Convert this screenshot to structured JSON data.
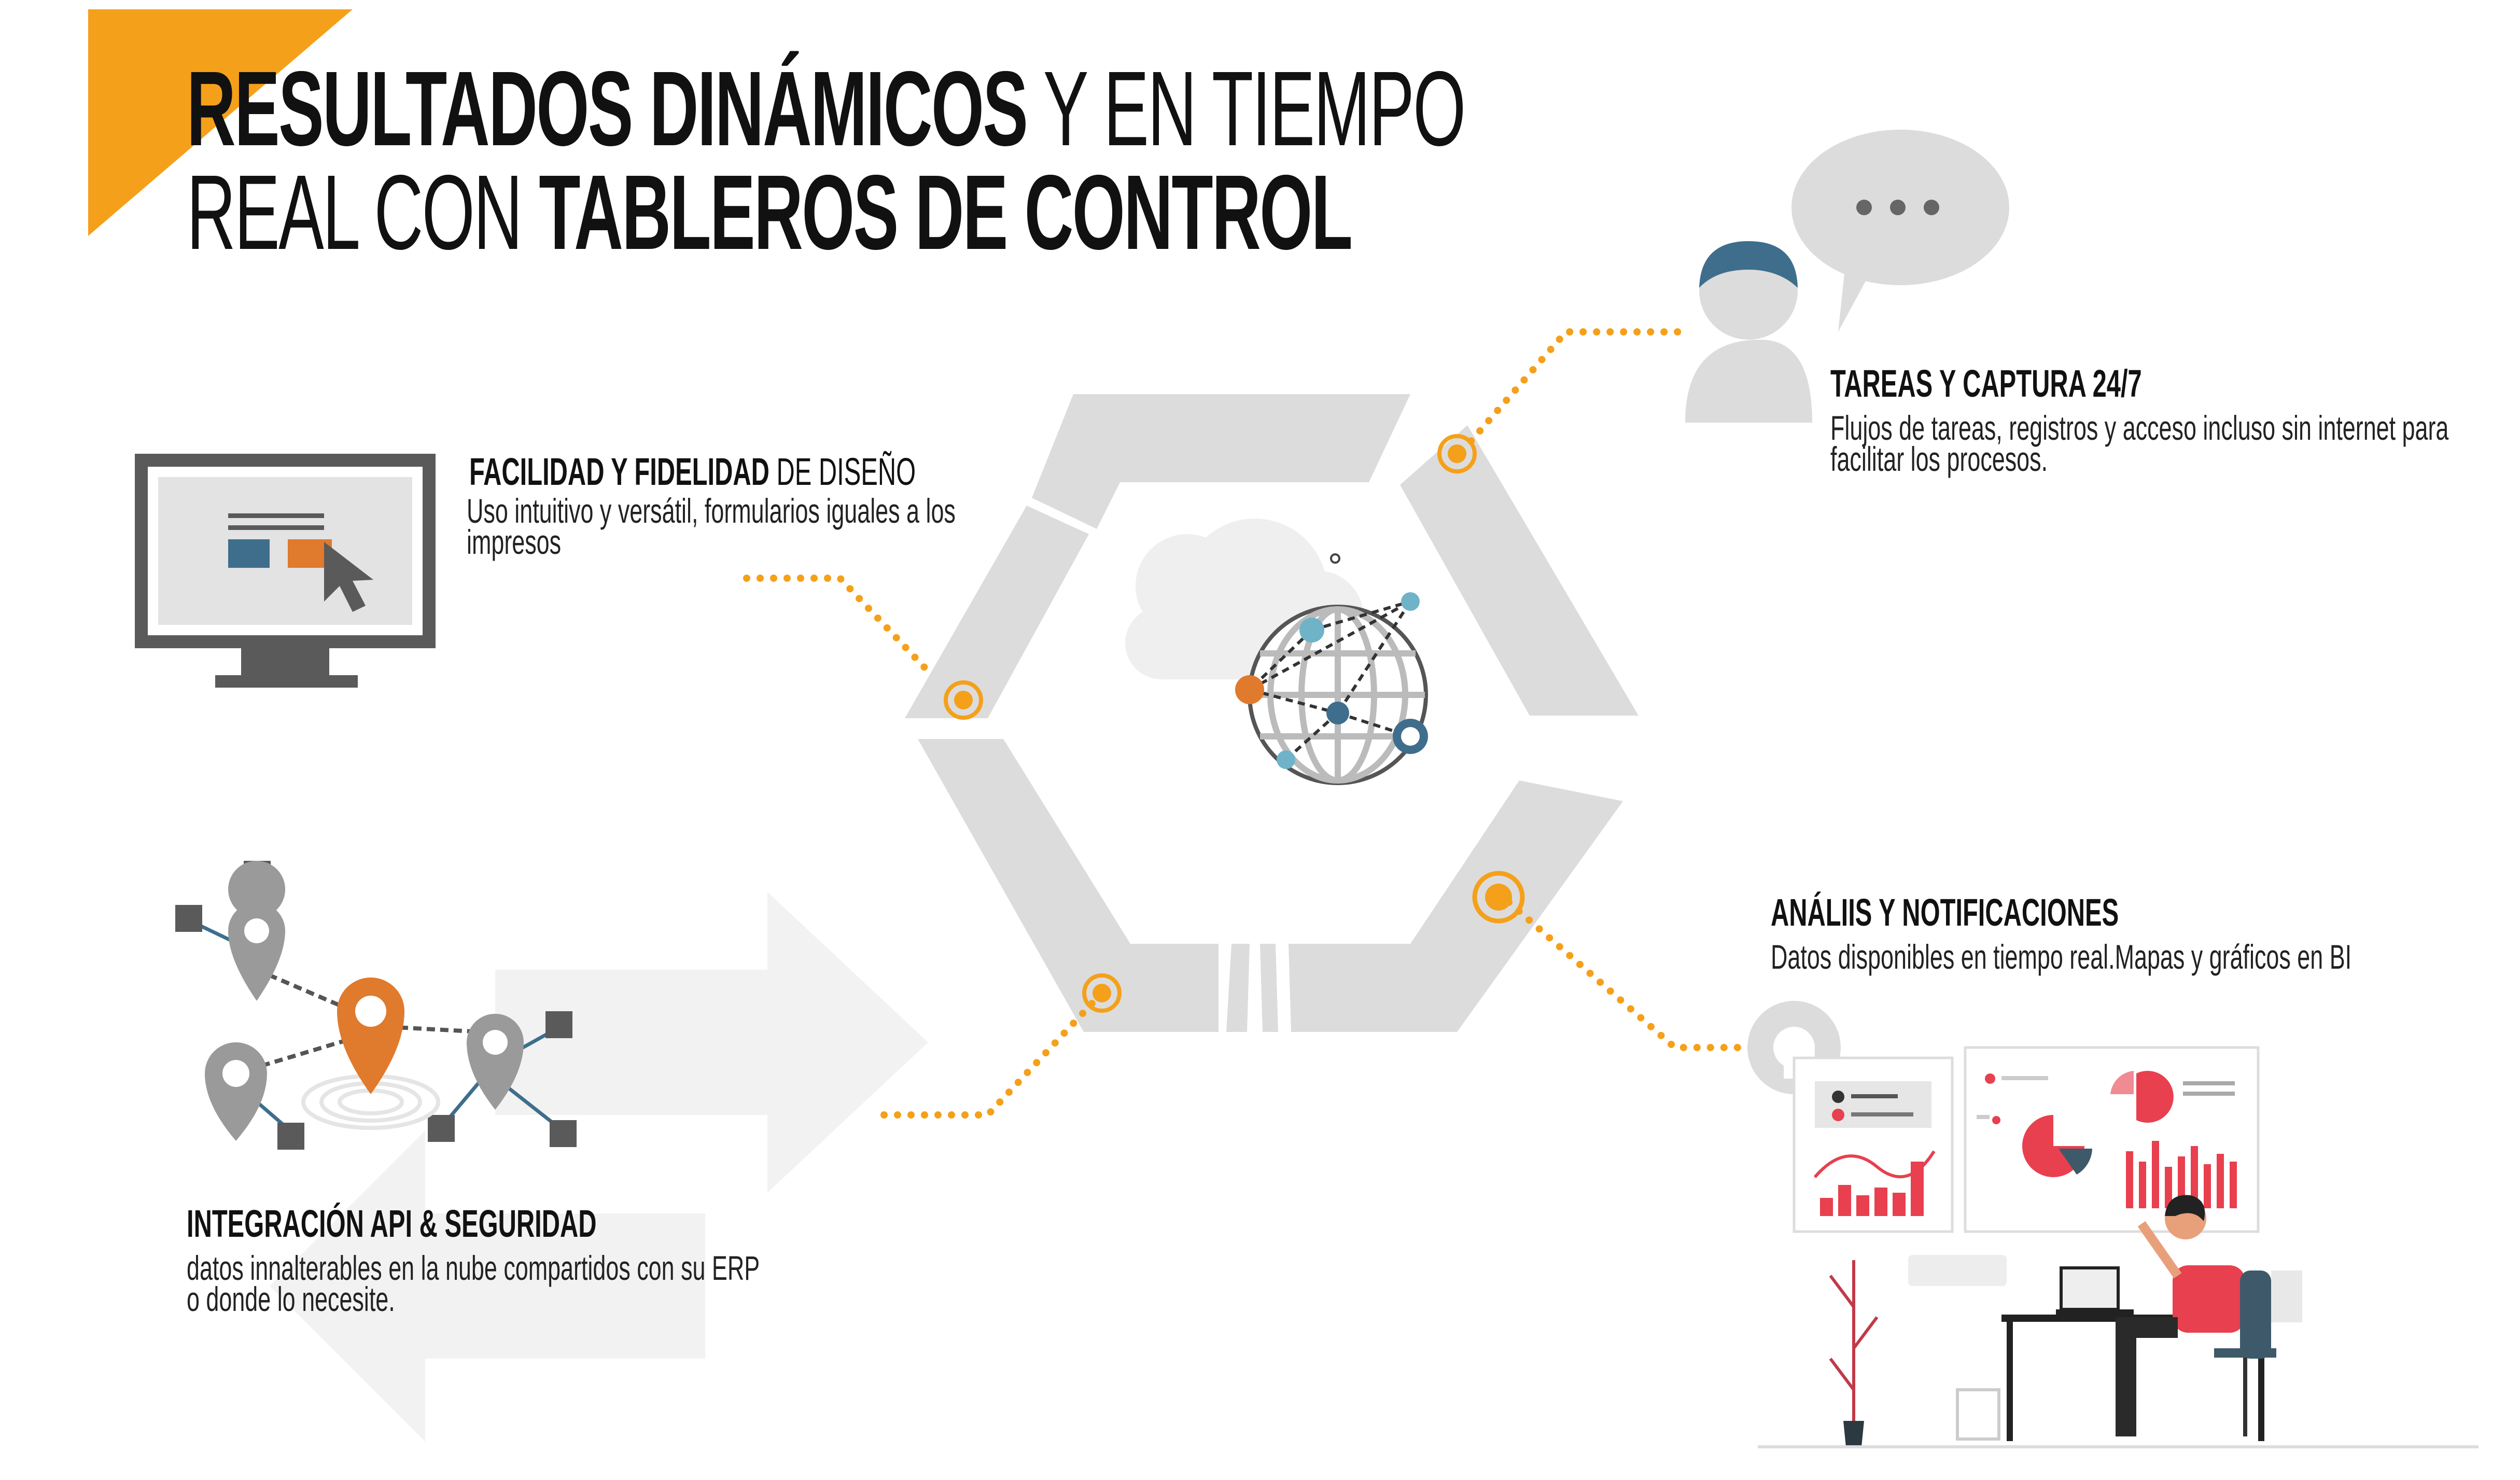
{
  "title": {
    "line1_bold": "RESULTADOS DINÁMICOS",
    "line1_light": "Y EN TIEMPO",
    "line2_light": "REAL CON",
    "line2_bold": "TABLEROS DE CONTROL"
  },
  "features": {
    "design": {
      "heading_bold": "FACILIDAD Y FIDELIDAD",
      "heading_light": "DE DISEÑO",
      "body": "Uso intuitivo y versátil, formularios iguales a los impresos"
    },
    "tasks": {
      "heading": "TAREAS Y CAPTURA 24/7",
      "body": "Flujos de tareas, registros y acceso incluso sin internet para facilitar los procesos."
    },
    "analytics": {
      "heading": "ANÁLIIS Y NOTIFICACIONES",
      "body": "Datos disponibles en tiempo real.Mapas y gráficos en BI"
    },
    "integration": {
      "heading": "INTEGRACIÓN API & SEGURIDAD",
      "body": "datos innalterables en la nube compartidos con su ERP o donde lo necesite."
    }
  },
  "colors": {
    "accent": "#F5A01A",
    "orange": "#E07A2C",
    "grey": "#DADADA",
    "dark_grey": "#555555",
    "blue": "#3E6E8C",
    "red": "#E8404E"
  },
  "icons": [
    "monitor-icon",
    "chat-bubble-icon",
    "user-icon",
    "globe-network-icon",
    "cloud-icon",
    "location-pins-icon",
    "dashboard-person-icon"
  ]
}
